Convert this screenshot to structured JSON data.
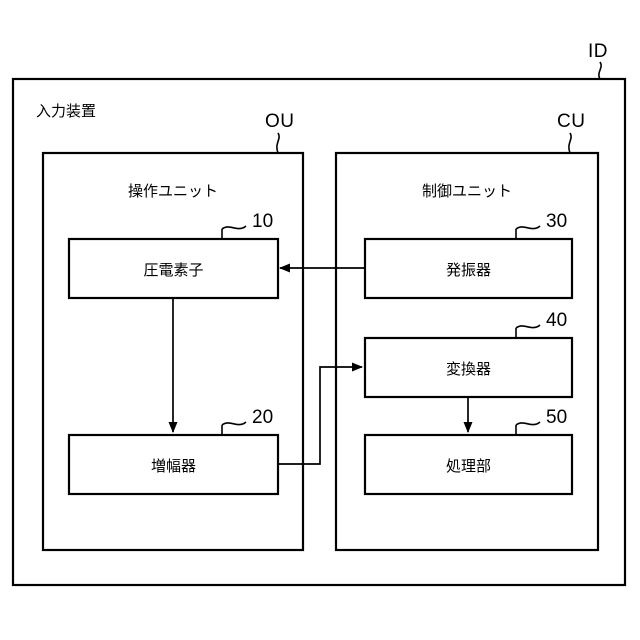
{
  "figure": {
    "type": "block-diagram",
    "background": "#ffffff",
    "line_color": "#000000"
  },
  "outer": {
    "ref": "ID",
    "title": "入力装置"
  },
  "units": [
    {
      "id": "operation-unit",
      "ref": "OU",
      "title": "操作ユニット"
    },
    {
      "id": "control-unit",
      "ref": "CU",
      "title": "制御ユニット"
    }
  ],
  "blocks": [
    {
      "id": "piezoelectric-element",
      "ref": "10",
      "title": "圧電素子"
    },
    {
      "id": "amplifier",
      "ref": "20",
      "title": "増幅器"
    },
    {
      "id": "oscillator",
      "ref": "30",
      "title": "発振器"
    },
    {
      "id": "converter",
      "ref": "40",
      "title": "変換器"
    },
    {
      "id": "processing-unit",
      "ref": "50",
      "title": "処理部"
    }
  ],
  "connections": [
    {
      "from": "oscillator",
      "to": "piezoelectric-element",
      "direction": "left"
    },
    {
      "from": "piezoelectric-element",
      "to": "amplifier",
      "direction": "down"
    },
    {
      "from": "amplifier",
      "to": "converter",
      "direction": "right"
    },
    {
      "from": "converter",
      "to": "processing-unit",
      "direction": "down"
    }
  ]
}
